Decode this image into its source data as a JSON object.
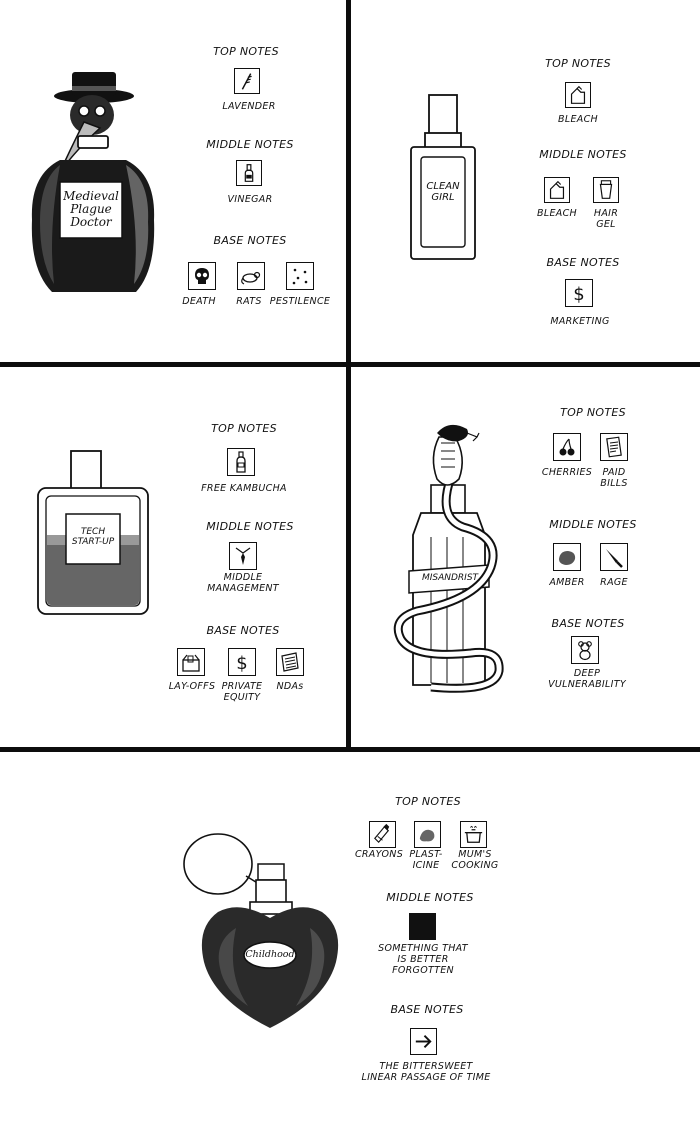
{
  "panels": [
    {
      "bottle_label": [
        "Medieval",
        "Plague",
        "Doctor"
      ],
      "top_heading": "TOP NOTES",
      "top": [
        "LAVENDER"
      ],
      "middle_heading": "MIDDLE NOTES",
      "middle": [
        "VINEGAR"
      ],
      "base_heading": "BASE NOTES",
      "base": [
        "DEATH",
        "RATS",
        "PESTILENCE"
      ]
    },
    {
      "bottle_label": [
        "CLEAN",
        "GIRL"
      ],
      "top_heading": "TOP NOTES",
      "top": [
        "BLEACH"
      ],
      "middle_heading": "MIDDLE NOTES",
      "middle": [
        "BLEACH",
        "HAIR",
        "GEL"
      ],
      "base_heading": "BASE NOTES",
      "base": [
        "MARKETING"
      ]
    },
    {
      "bottle_label": [
        "TECH",
        "START-UP"
      ],
      "top_heading": "TOP NOTES",
      "top": [
        "FREE KAMBUCHA"
      ],
      "middle_heading": "MIDDLE NOTES",
      "middle": [
        "MIDDLE",
        "MANAGEMENT"
      ],
      "base_heading": "BASE NOTES",
      "base": [
        "LAY-OFFS",
        "PRIVATE",
        "EQUITY",
        "NDAs"
      ]
    },
    {
      "bottle_label": [
        "MISANDRIST"
      ],
      "top_heading": "TOP NOTES",
      "top": [
        "CHERRIES",
        "PAID",
        "BILLS"
      ],
      "middle_heading": "MIDDLE NOTES",
      "middle": [
        "AMBER",
        "RAGE"
      ],
      "base_heading": "BASE NOTES",
      "base": [
        "DEEP",
        "VULNERABILITY"
      ]
    },
    {
      "bottle_label": [
        "Childhood"
      ],
      "top_heading": "TOP NOTES",
      "top": [
        "CRAYONS",
        "PLAST-",
        "ICINE",
        "MUM'S",
        "COOKING"
      ],
      "middle_heading": "MIDDLE NOTES",
      "middle": [
        "SOMETHING THAT",
        "IS BETTER",
        "FORGOTTEN"
      ],
      "base_heading": "BASE NOTES",
      "base": [
        "THE BITTERSWEET",
        "LINEAR PASSAGE OF TIME"
      ]
    }
  ],
  "icons": {
    "p1": [
      "lavender-icon",
      "vinegar-bottle-icon",
      "skull-icon",
      "rat-icon",
      "dots-icon"
    ],
    "p2": [
      "bleach-bottle-icon",
      "bleach-bottle-icon",
      "hair-gel-tube-icon",
      "dollar-sign-icon"
    ],
    "p3": [
      "bottle-icon",
      "shirt-tie-icon",
      "box-icon",
      "dollar-sign-icon",
      "document-stack-icon"
    ],
    "p4": [
      "cherries-icon",
      "paper-bill-icon",
      "amber-stone-icon",
      "knife-icon",
      "teddy-bear-icon"
    ],
    "p5": [
      "crayon-icon",
      "plasticine-icon",
      "cooking-pot-icon",
      "black-square-icon",
      "arrow-right-icon"
    ]
  },
  "colors": {
    "ink": "#111111",
    "paper": "#ffffff"
  }
}
